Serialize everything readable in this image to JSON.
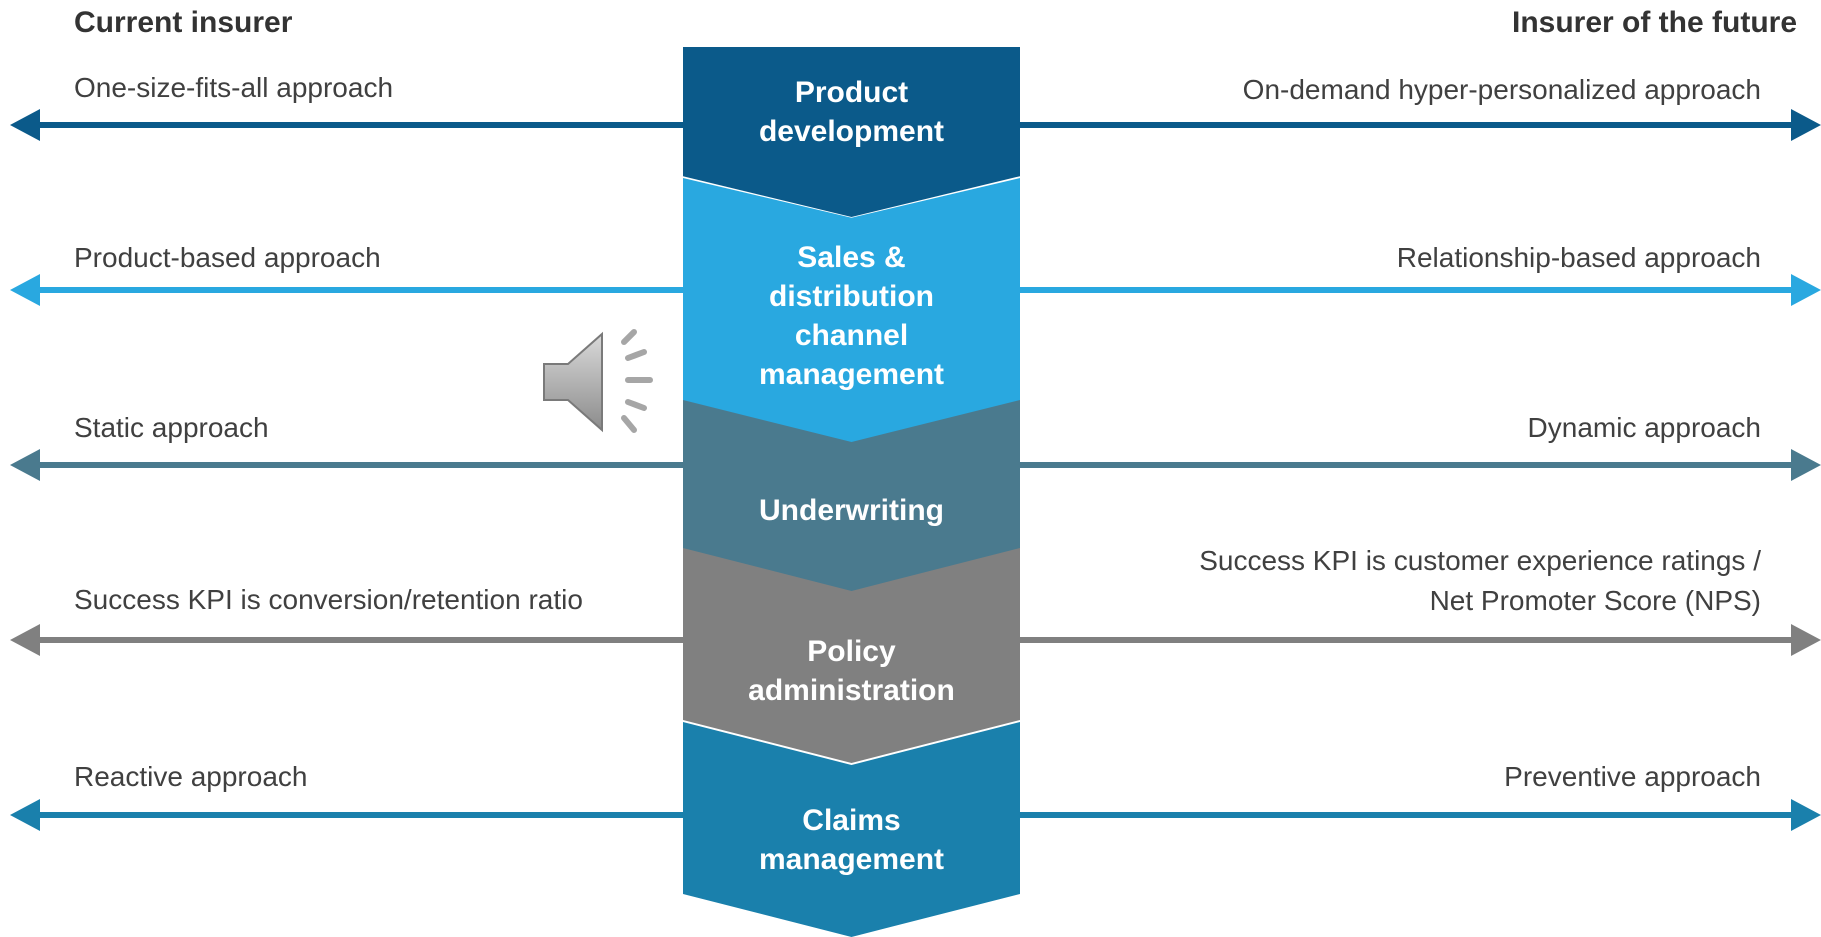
{
  "header": {
    "left_title": "Current insurer",
    "right_title": "Insurer of the future"
  },
  "rows": [
    {
      "stage": [
        "Product",
        "development"
      ],
      "left": "One-size-fits-all approach",
      "right": [
        "On-demand hyper-personalized approach"
      ],
      "color": "#0b5a8a"
    },
    {
      "stage": [
        "Sales &",
        "distribution",
        "channel",
        "management"
      ],
      "left": "Product-based approach",
      "right": [
        "Relationship-based approach"
      ],
      "color": "#29a8e0"
    },
    {
      "stage": [
        "Underwriting"
      ],
      "left": "Static approach",
      "right": [
        "Dynamic approach"
      ],
      "color": "#4a7a8e"
    },
    {
      "stage": [
        "Policy",
        "administration"
      ],
      "left": "Success KPI is conversion/retention ratio",
      "right": [
        "Success KPI is customer experience ratings /",
        "Net Promoter Score (NPS)"
      ],
      "color": "#808080"
    },
    {
      "stage": [
        "Claims",
        "management"
      ],
      "left": "Reactive approach",
      "right": [
        "Preventive approach"
      ],
      "color": "#1a80ac"
    }
  ],
  "icons": {
    "audio": "speaker-icon"
  }
}
